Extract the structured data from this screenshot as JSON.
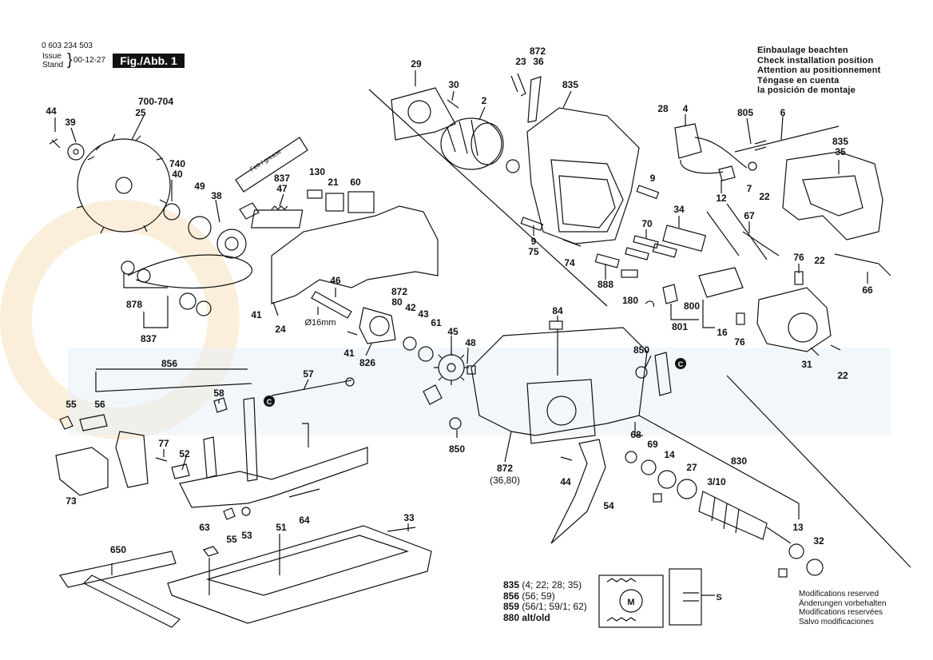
{
  "header": {
    "part_number": "0 603 234 503",
    "issue_label": "Issue",
    "stand_label": "Stand",
    "issue_date": "00-12-27",
    "figure_label": "Fig./Abb. 1"
  },
  "installation_note": [
    "Einbaulage beachten",
    "Check installation position",
    "Attention au positionnement",
    "Téngase en cuenta",
    "la posición de montaje"
  ],
  "footer_notes": [
    "Modifications reserved",
    "Änderungen vorbehalten",
    "Modifications reservées",
    "Salvo modificaciones"
  ],
  "legend": [
    {
      "key": "835",
      "value": "(4; 22; 28; 35)"
    },
    {
      "key": "856",
      "value": "(56; 59)"
    },
    {
      "key": "859",
      "value": "(56/1; 59/1; 62)"
    },
    {
      "key": "880",
      "value": "alt/old"
    }
  ],
  "labels": {
    "p29": "29",
    "p30": "30",
    "p2": "2",
    "p872a": "872",
    "p23": "23",
    "p36": "36",
    "p835a": "835",
    "p44a": "44",
    "p39": "39",
    "p700": "700-704",
    "p25": "25",
    "p740": "740",
    "p40": "40",
    "p49": "49",
    "p38": "38",
    "p837a": "837",
    "p47": "47",
    "p130": "130",
    "p21": "21",
    "p60": "60",
    "p28": "28",
    "p4": "4",
    "p805": "805",
    "p6": "6",
    "p835b": "835",
    "p35": "35",
    "p9a": "9",
    "p12": "12",
    "p7": "7",
    "p22a": "22",
    "p22b": "22",
    "p34": "34",
    "p67": "67",
    "p70": "70",
    "p9b": "9",
    "p75": "75",
    "p74": "74",
    "p888": "888",
    "p180": "180",
    "p76a": "76",
    "p66": "66",
    "p878": "878",
    "p837b": "837",
    "p41a": "41",
    "p24": "24",
    "p46": "46",
    "p16mm": "Ø16mm",
    "p872b": "872",
    "p80": "80",
    "p42": "42",
    "p43": "43",
    "p61": "61",
    "p45": "45",
    "p48": "48",
    "p41b": "41",
    "p826": "826",
    "p84": "84",
    "p850a": "850",
    "p800": "800",
    "p801": "801",
    "p16": "16",
    "p76b": "76",
    "p31": "31",
    "p22c": "22",
    "p856": "856",
    "p57": "57",
    "p58": "58",
    "p55a": "55",
    "p56": "56",
    "p77": "77",
    "p52": "52",
    "p73": "73",
    "p63": "63",
    "p53": "53",
    "p55b": "55",
    "p51": "51",
    "p64": "64",
    "p33": "33",
    "p650": "650",
    "p850b": "850",
    "p872c": "872",
    "p3680": "(36,80)",
    "p44b": "44",
    "p54": "54",
    "p68": "68",
    "p69": "69",
    "p14": "14",
    "p27": "27",
    "p310": "3/10",
    "p830": "830",
    "p13": "13",
    "p32": "32",
    "pC1": "C",
    "pC2": "C",
    "pM": "M",
    "pS": "S"
  }
}
